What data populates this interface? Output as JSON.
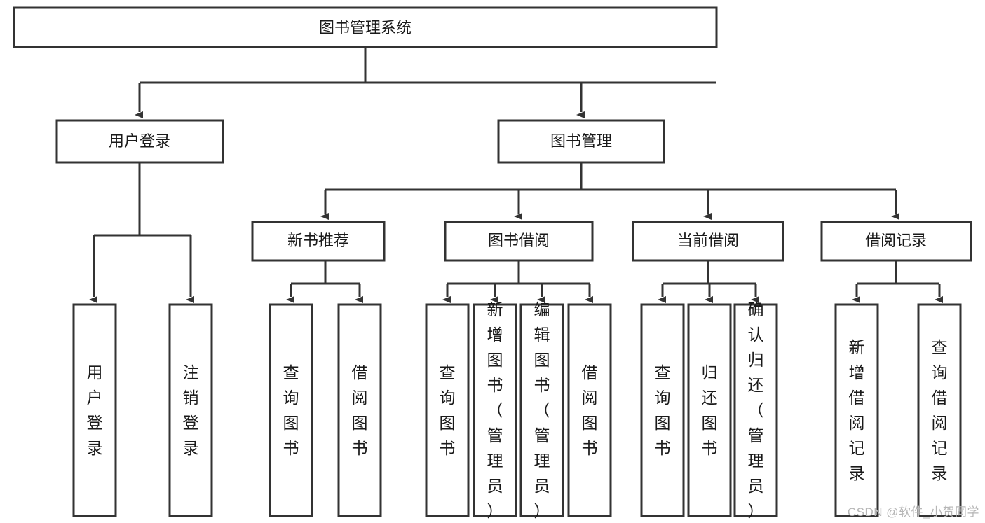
{
  "diagram": {
    "title": "图书管理系统",
    "type": "tree",
    "root": {
      "label": "图书管理系统"
    },
    "level2": [
      {
        "label": "用户登录"
      },
      {
        "label": "图书管理"
      }
    ],
    "level3": [
      {
        "label": "新书推荐"
      },
      {
        "label": "图书借阅"
      },
      {
        "label": "当前借阅"
      },
      {
        "label": "借阅记录"
      }
    ],
    "leaves": {
      "user_login": [
        {
          "label": "用户登录"
        },
        {
          "label": "注销登录"
        }
      ],
      "new_book_recommend": [
        {
          "label": "查询图书"
        },
        {
          "label": "借阅图书"
        }
      ],
      "book_borrow": [
        {
          "label": "查询图书"
        },
        {
          "label": "新增图书（管理员）"
        },
        {
          "label": "编辑图书（管理员）"
        },
        {
          "label": "借阅图书"
        }
      ],
      "current_borrow": [
        {
          "label": "查询图书"
        },
        {
          "label": "归还图书"
        },
        {
          "label": "确认归还（管理员）"
        }
      ],
      "borrow_record": [
        {
          "label": "新增借阅记录"
        },
        {
          "label": "查询借阅记录"
        }
      ]
    }
  },
  "watermark": {
    "text": "CSDN @软件_小贺同学"
  },
  "colors": {
    "stroke": "#333333",
    "box_fill": "#ffffff",
    "text": "#1a1a1a",
    "watermark": "#b6b6b6",
    "background": "#ffffff"
  }
}
